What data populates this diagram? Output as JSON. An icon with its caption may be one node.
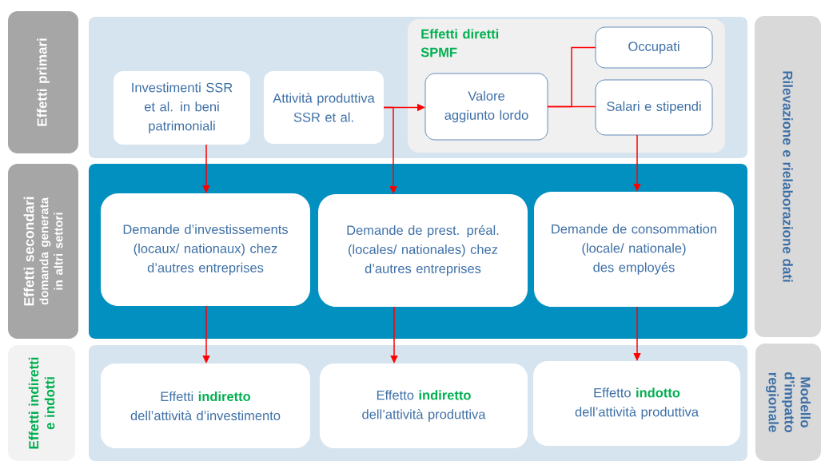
{
  "diagram": {
    "nodes": [
      {
        "text": [
          "Effetti primari"
        ]
      },
      {
        "text": [],
        "shape": "box"
      },
      {
        "text": [
          "Investimenti SSR et al. in beni patrimoniali"
        ],
        "in": 1
      },
      {
        "text": [
          "Attività produttiva SSR et al."
        ],
        "in": 1
      },
      {
        "text": [
          "Effetti diretti SPMF"
        ],
        "in": 1
      },
      {
        "text": [
          "Valore aggiunto lordo"
        ],
        "in": 4
      },
      {
        "text": [
          "Occupati"
        ],
        "in": 4
      },
      {
        "text": [
          "Salari e stipendi"
        ],
        "in": 4
      },
      {
        "text": [
          "Effetti secondari",
          "domanda generata in altri settori"
        ]
      },
      {
        "text": [],
        "shape": "box"
      },
      {
        "text": [
          "Demande d’investissements (locaux/ nationaux) chez d’autres entreprises"
        ],
        "in": 9
      },
      {
        "text": [
          "Demande de prest. préal. (locales/ nationales) chez d’autres entreprises"
        ],
        "in": 9
      },
      {
        "text": [
          "Demande de consommation (locale/ nationale) des employés"
        ],
        "in": 9
      },
      {
        "text": [
          "Effetti indiretti e indotti"
        ]
      },
      {
        "text": [],
        "shape": "box"
      },
      {
        "text": [
          "Effetti **indiretto** dell’attività d’investimento"
        ],
        "in": 14
      },
      {
        "text": [
          "Effetto **indiretto** dell’attività produttiva"
        ],
        "in": 14
      },
      {
        "text": [
          "Effetto **indotto** dell’attività produttiva"
        ],
        "in": 14
      },
      {
        "text": [
          "Rilevazione e rielaborazione dati"
        ]
      },
      {
        "text": [
          "Modello d’impatto regionale"
        ]
      }
    ],
    "edges": [
      {
        "from": 2,
        "to": 10,
        "arrow": "to"
      },
      {
        "from": 3,
        "to": 5,
        "arrow": "to"
      },
      {
        "from": 3,
        "to": 11,
        "arrow": "to"
      },
      {
        "from": 5,
        "to": 6,
        "arrow": "none"
      },
      {
        "from": 5,
        "to": 7,
        "arrow": "none"
      },
      {
        "from": 7,
        "to": 12,
        "arrow": "to"
      },
      {
        "from": 10,
        "to": 15,
        "arrow": "to"
      },
      {
        "from": 11,
        "to": 16,
        "arrow": "to"
      },
      {
        "from": 12,
        "to": 17,
        "arrow": "to"
      }
    ]
  }
}
